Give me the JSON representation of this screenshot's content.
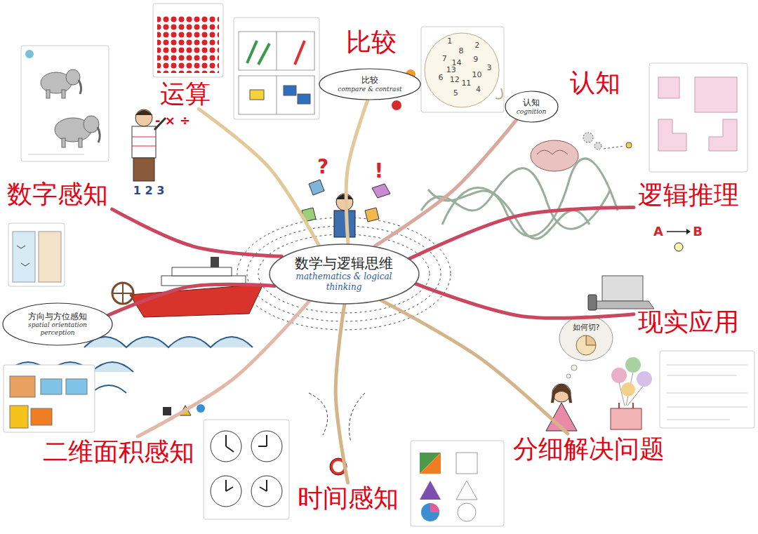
{
  "diagram": {
    "nodes": [
      {
        "text": [
          "数学与逻辑思维",
          "mathematics & logical thinking"
        ]
      },
      {
        "text": [
          "运算"
        ]
      },
      {
        "text": [
          "比较"
        ]
      },
      {
        "text": [
          "比较",
          "compare & contrast"
        ]
      },
      {
        "text": [
          "认知"
        ]
      },
      {
        "text": [
          "认知",
          "cognition"
        ]
      },
      {
        "text": [
          "数字感知"
        ]
      },
      {
        "text": [
          "逻辑推理"
        ]
      },
      {
        "text": [
          "方向与方位感知",
          "spatial orientation perception"
        ]
      },
      {
        "text": [
          "现实应用"
        ]
      },
      {
        "text": [
          "二维面积感知"
        ]
      },
      {
        "text": [
          "时间感知"
        ]
      },
      {
        "text": [
          "分细解决问题"
        ]
      }
    ],
    "edges": [
      {
        "from": 0,
        "to": 1,
        "arrow": "none"
      },
      {
        "from": 0,
        "to": 3,
        "arrow": "none"
      },
      {
        "from": 0,
        "to": 5,
        "arrow": "none"
      },
      {
        "from": 0,
        "to": 6,
        "arrow": "none"
      },
      {
        "from": 0,
        "to": 7,
        "arrow": "none"
      },
      {
        "from": 0,
        "to": 8,
        "arrow": "none"
      },
      {
        "from": 0,
        "to": 9,
        "arrow": "none"
      },
      {
        "from": 0,
        "to": 10,
        "arrow": "none"
      },
      {
        "from": 0,
        "to": 11,
        "arrow": "none"
      },
      {
        "from": 0,
        "to": 12,
        "arrow": "none"
      }
    ],
    "labels": [
      "- × ÷",
      "1 2 3",
      "?",
      "!",
      "A",
      "B",
      "如何切?",
      "1",
      "2",
      "3",
      "4",
      "5",
      "6",
      "7",
      "8",
      "9",
      "10",
      "11",
      "12",
      "13",
      "14"
    ]
  }
}
